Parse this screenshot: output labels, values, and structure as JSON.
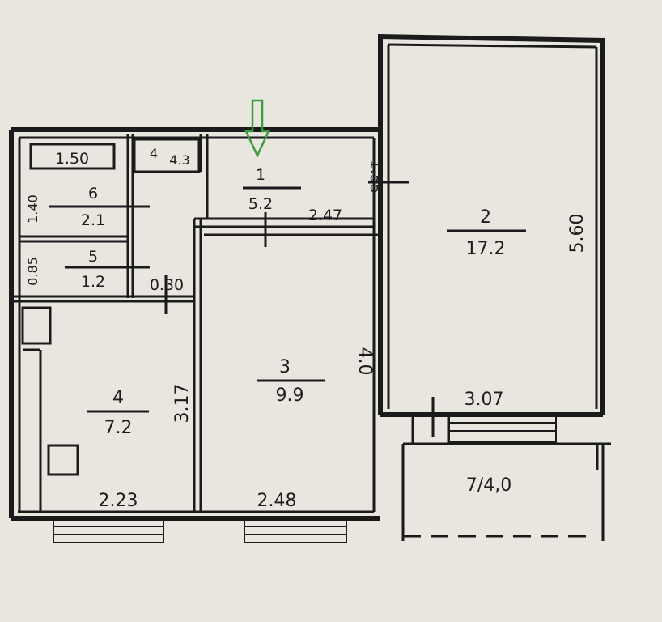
{
  "colors": {
    "paper": "#e9e6e0",
    "ink": "#1b1b1b",
    "arrow": "#3d9b3d"
  },
  "arrow_icon": "down-arrow-icon",
  "rooms": [
    {
      "number": "1",
      "area": "5.2"
    },
    {
      "number": "2",
      "area": "17.2"
    },
    {
      "number": "3",
      "area": "9.9"
    },
    {
      "number": "4",
      "area": "7.2"
    },
    {
      "number": "5",
      "area": "1.2"
    },
    {
      "number": "6",
      "area": "2.1"
    },
    {
      "label": "7/4,0"
    }
  ],
  "closet_area": "4.3",
  "closet_number": "4",
  "dimensions": {
    "bath_width": "1.50",
    "wc_height_top": "1.40",
    "wc_height_bottom": "0.85",
    "passage": "0.30",
    "hall_depth": "1.55",
    "hall_width": "2.47",
    "room2_length": "5.60",
    "room2_width": "3.07",
    "room3_length": "4.0",
    "room4_length": "3.17",
    "room4_width": "2.23",
    "room3_width": "2.48"
  }
}
